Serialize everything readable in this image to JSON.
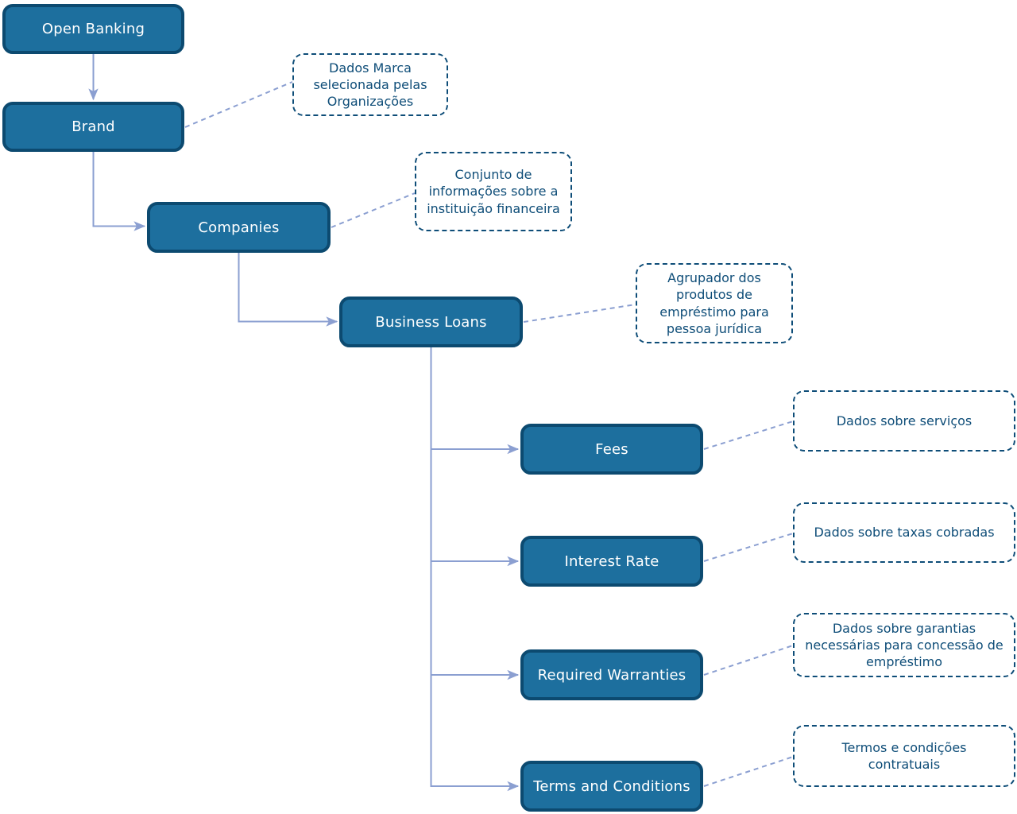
{
  "colors": {
    "node_fill": "#1d6f9e",
    "node_border": "#0c4a70",
    "node_text": "#ffffff",
    "note_border": "#0e4d78",
    "note_text": "#0e4d78",
    "connector": "#8b9fd1",
    "background": "#ffffff"
  },
  "nodes": {
    "open_banking": {
      "label": "Open Banking"
    },
    "brand": {
      "label": "Brand"
    },
    "companies": {
      "label": "Companies"
    },
    "business_loans": {
      "label": "Business Loans"
    },
    "fees": {
      "label": "Fees"
    },
    "interest_rate": {
      "label": "Interest Rate"
    },
    "required_warranties": {
      "label": "Required Warranties"
    },
    "terms_and_conditions": {
      "label": "Terms and Conditions"
    }
  },
  "notes": {
    "brand": "Dados Marca selecionada pelas Organizações",
    "companies": "Conjunto de informações sobre a instituição financeira",
    "business_loans": "Agrupador dos produtos de empréstimo para pessoa jurídica",
    "fees": "Dados sobre serviços",
    "interest_rate": "Dados sobre taxas cobradas",
    "required_warranties": "Dados sobre garantias necessárias para concessão de empréstimo",
    "terms_and_conditions": "Termos e condições contratuais"
  }
}
